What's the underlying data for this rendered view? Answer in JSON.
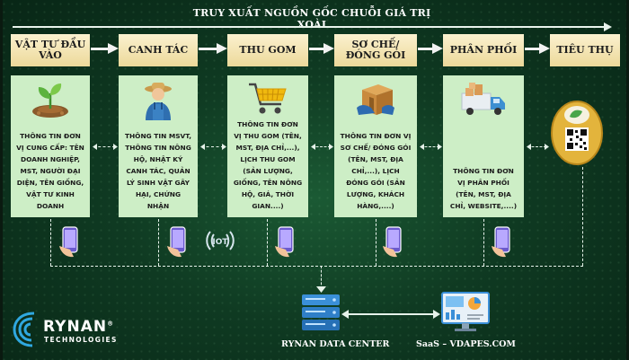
{
  "title": "TRUY XUẤT NGUỒN GỐC CHUỖI GIÁ TRỊ XOÀI",
  "stages": [
    {
      "name": "VẬT TƯ ĐẦU VÀO",
      "text": "THÔNG TIN ĐƠN VỊ CUNG CẤP: TÊN DOANH NGHIỆP, MST, NGƯỜI ĐẠI DIỆN, TÊN GIỐNG, VẬT TƯ KINH DOANH",
      "icon": "seedling-icon"
    },
    {
      "name": "CANH TÁC",
      "text": "THÔNG TIN MSVT, THÔNG TIN NÔNG HỘ, NHẬT KÝ CANH TÁC, QUẢN LÝ SINH VẬT GÂY HẠI, CHỨNG NHẬN",
      "icon": "farmer-icon"
    },
    {
      "name": "THU GOM",
      "text": "THÔNG TIN ĐƠN VỊ THU GOM (TÊN, MST, ĐỊA CHỈ,...), LỊCH THU GOM (SẢN LƯỢNG, GIỐNG, TÊN NÔNG HỘ, GIÁ, THỜI GIAN....)",
      "icon": "shopping-cart-icon"
    },
    {
      "name": "SƠ CHẾ/ ĐÓNG GÓI",
      "text": "THÔNG TIN ĐƠN VỊ SƠ CHẾ/ ĐÓNG GÓI (TÊN, MST, ĐỊA CHỈ,...), LỊCH ĐÓNG GÓI (SẢN LƯỢNG, KHÁCH HÀNG,....)",
      "icon": "package-box-icon"
    },
    {
      "name": "PHÂN PHỐI",
      "text": "THÔNG TIN ĐƠN VỊ PHÂN PHỐI (TÊN, MST, ĐỊA CHỈ, WEBSITE,....)",
      "icon": "delivery-truck-icon"
    },
    {
      "name": "TIÊU THỤ",
      "text": "",
      "icon": "qr-label-icon"
    }
  ],
  "iot_label": "IOT",
  "data_center_label": "RYNAN DATA CENTER",
  "saas_label": "SaaS – VDAPES.COM",
  "brand": "RYNAN",
  "brand_mark": "®",
  "brand_sub": "TECHNOLOGIES",
  "colors": {
    "header": "#f5e6b2",
    "box": "#cdeec6",
    "background": "#0f3a22"
  }
}
